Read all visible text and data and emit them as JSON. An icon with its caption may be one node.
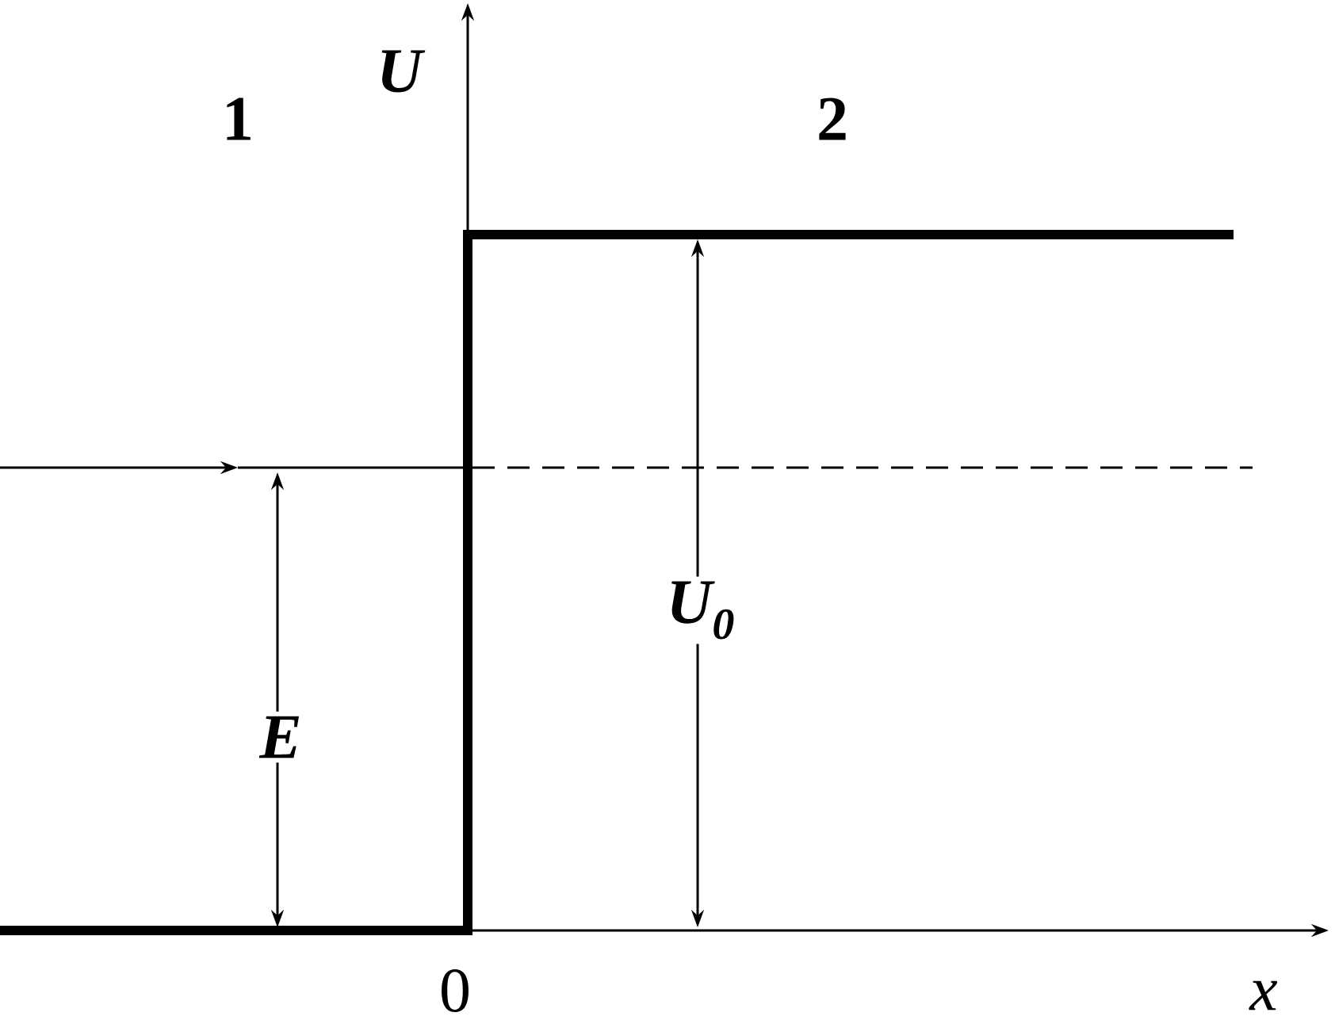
{
  "diagram": {
    "labels": [
      "U",
      "1",
      "2",
      "U$_{0}$",
      "E",
      "0",
      "x"
    ]
  }
}
